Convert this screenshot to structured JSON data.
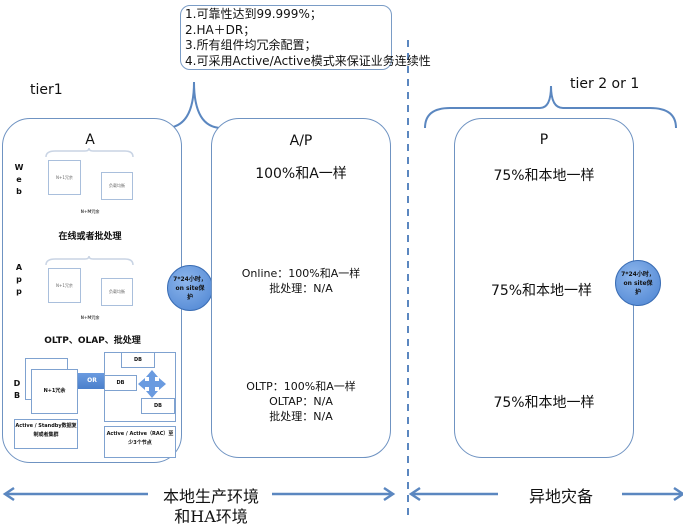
{
  "colors": {
    "accent": "#5b87c0",
    "badge": "#5a8fd8",
    "divider": "#5b87c0"
  },
  "requirements_note": {
    "lines": [
      "1.可靠性达到99.999%；",
      "2.HA＋DR；",
      "3.所有组件均冗余配置；",
      "4.可采用Active/Active模式来保证业务连续性"
    ]
  },
  "tiers": {
    "left": "tier1",
    "right": "tier 2 or 1"
  },
  "columns": {
    "a": {
      "title": "A",
      "rows": [
        {
          "label": [
            "W",
            "e",
            "b"
          ],
          "diagram": {
            "left_box": "N+1冗余",
            "right_box": "负载均衡",
            "caption": "N+M冗余"
          }
        },
        {
          "section_title": "在线或者批处理",
          "label": [
            "A",
            "p",
            "p"
          ],
          "diagram": {
            "left_box": "N+1冗余",
            "right_box": "负载均衡",
            "caption": "N+M冗余"
          }
        },
        {
          "section_title": "OLTP、OLAP、批处理",
          "label": [
            "D",
            "B"
          ],
          "db": {
            "standby_box": "N+1冗余",
            "or_label": "OR",
            "db_nodes": [
              "DB",
              "DB",
              "DB"
            ],
            "active_standby": "Active / Standby数据复制或者集群",
            "active_active": "Active / Active（RAC）至少3个节点"
          }
        }
      ]
    },
    "ap": {
      "title": "A/P",
      "rows": [
        {
          "lines": [
            "100%和A一样"
          ]
        },
        {
          "lines": [
            "Online：100%和A一样",
            "批处理：N/A"
          ]
        },
        {
          "lines": [
            "OLTP：100%和A一样",
            "OLTAP：N/A",
            "批处理：N/A"
          ]
        }
      ]
    },
    "p": {
      "title": "P",
      "rows": [
        {
          "lines": [
            "75%和本地一样"
          ]
        },
        {
          "lines": [
            "75%和本地一样"
          ]
        },
        {
          "lines": [
            "75%和本地一样"
          ]
        }
      ]
    }
  },
  "badges": {
    "left": "7*24小时，on site保护",
    "right": "7*24小时，on site保护"
  },
  "bottom": {
    "local_label_line1": "本地生产环境",
    "local_label_line2": "和HA环境",
    "remote_label": "异地灾备"
  }
}
